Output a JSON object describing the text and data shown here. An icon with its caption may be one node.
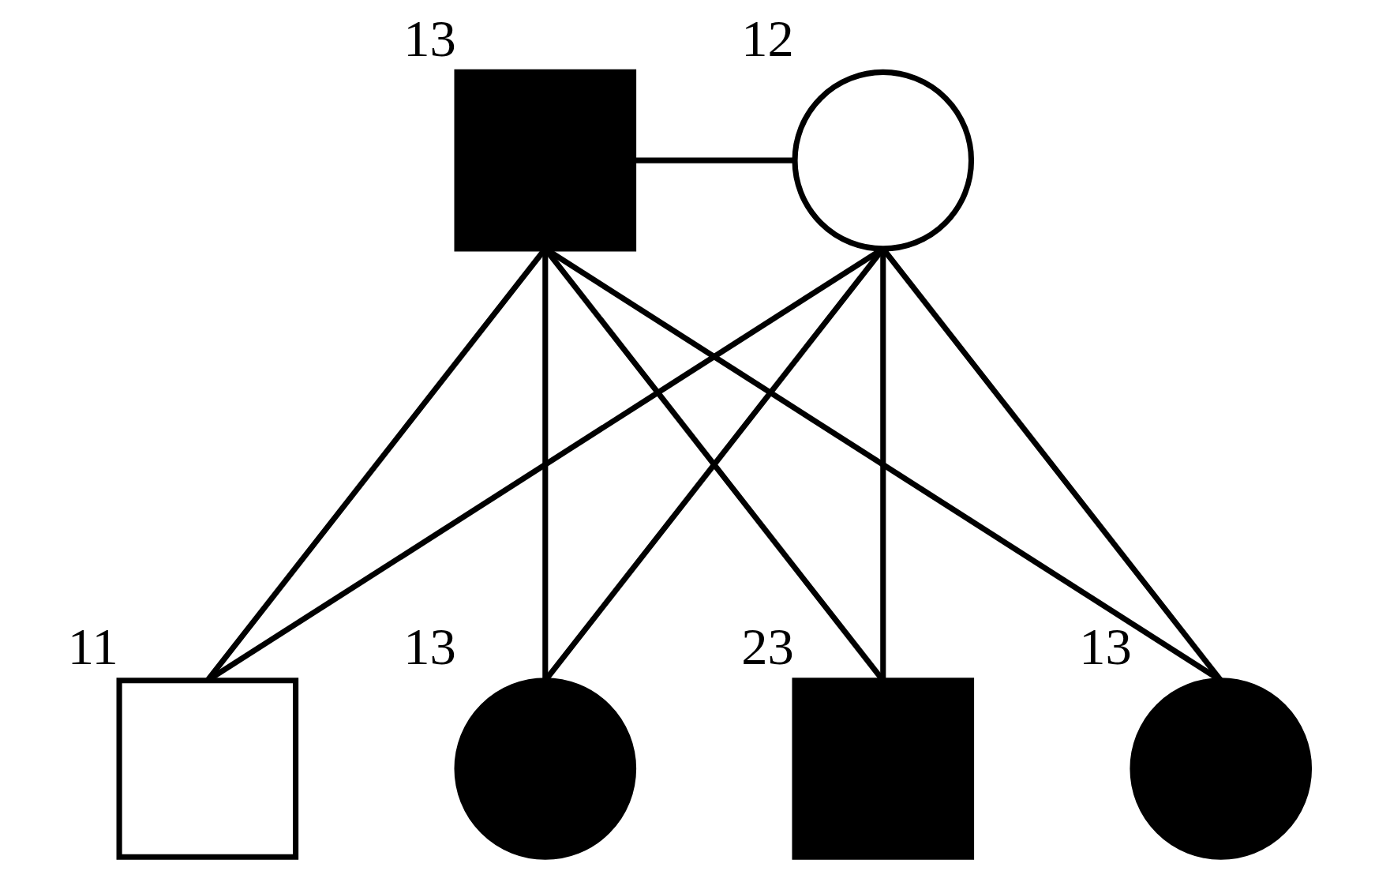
{
  "diagram": {
    "nodes": [
      {
        "text": [],
        "shape": "box",
        "beside": [
          "13"
        ]
      },
      {
        "text": [],
        "shape": "circle",
        "beside": [
          "12"
        ]
      },
      {
        "text": [],
        "shape": "box",
        "beside": [
          "11"
        ]
      },
      {
        "text": [],
        "shape": "circle",
        "beside": [
          "13"
        ]
      },
      {
        "text": [],
        "shape": "box",
        "beside": [
          "23"
        ]
      },
      {
        "text": [],
        "shape": "circle",
        "beside": [
          "13"
        ]
      }
    ],
    "edges": [
      {
        "from": 0,
        "to": 1,
        "arrow": "none"
      },
      {
        "from": 0,
        "to": 2,
        "arrow": "none"
      },
      {
        "from": 1,
        "to": 2,
        "arrow": "none"
      },
      {
        "from": 0,
        "to": 3,
        "arrow": "none"
      },
      {
        "from": 1,
        "to": 3,
        "arrow": "none"
      },
      {
        "from": 0,
        "to": 4,
        "arrow": "none"
      },
      {
        "from": 1,
        "to": 4,
        "arrow": "none"
      },
      {
        "from": 0,
        "to": 5,
        "arrow": "none"
      },
      {
        "from": 1,
        "to": 5,
        "arrow": "none"
      }
    ]
  }
}
